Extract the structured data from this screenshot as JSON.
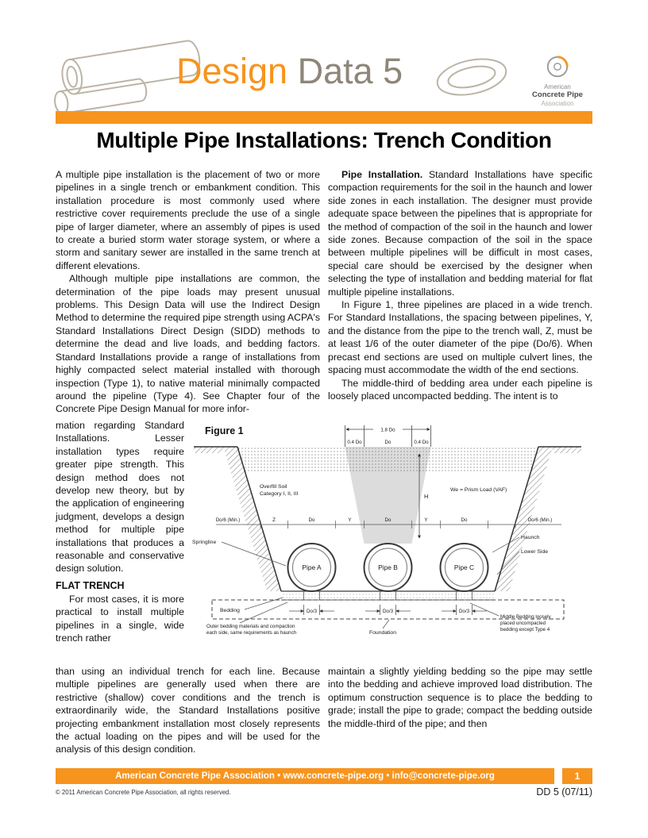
{
  "header": {
    "brand": {
      "word1": "Design",
      "word2": " Data 5"
    },
    "logo": {
      "line1": "American",
      "line2": "Concrete Pipe",
      "line3": "Association"
    }
  },
  "title": "Multiple Pipe Installations: Trench Condition",
  "article": {
    "left": {
      "p1": "A multiple pipe installation is the placement of two or more pipelines in a single trench or embankment condition. This installation procedure is most commonly used where restrictive cover requirements preclude the use of a single pipe of larger diameter, where an assembly of pipes is used to create a buried storm water storage system, or where a storm and sanitary sewer are installed in the same trench at different elevations.",
      "p2a": "Although multiple pipe installations are common, the determination of the pipe loads may present unusual problems. This Design Data will use the Indirect Design Method to determine the required pipe strength using ACPA's Standard Installations Direct Design (SIDD) methods to determine the dead and live loads, and bedding factors. Standard Installations provide a range of installations from highly compacted select material installed with thorough inspection (Type 1), to native material minimally compacted around the pipeline (Type 4).  See Chapter four of the Concrete Pipe Design Manual for more infor-",
      "p2b": "mation regarding Standard Installations. Lesser installation types require greater pipe strength. This design method does not develop new theory, but by the application of engineering judgment, develops a design method for multiple pipe installations that produces a reasonable and conservative design solution.",
      "flat_trench_heading": "FLAT TRENCH",
      "p3a": "For most cases, it is more practical to install multiple pipelines in a single, wide trench rather",
      "p3b": "than using an individual trench for each line. Because multiple pipelines are generally used when there are restrictive (shallow) cover conditions and the trench is extraordinarily wide, the Standard Installations positive projecting embankment installation most closely represents the actual loading on the pipes and will be used for the analysis of this design condition."
    },
    "right": {
      "p1_lead": "Pipe Installation.",
      "p1_rest": " Standard Installations have specific compaction requirements for the soil in the haunch and lower side zones in each installation. The designer must provide adequate space between the pipelines that is appropriate for the method of compaction of the soil in the haunch and lower side zones. Because compaction of the soil in the space between multiple pipelines will be difficult in most cases, special care should be exercised by the designer when selecting the type of installation and bedding material for flat multiple pipeline installations.",
      "p2": "In Figure 1, three pipelines are placed in a wide trench. For Standard Installations, the spacing between pipelines, Y, and the distance from the pipe to the trench wall, Z, must be at least 1/6 of the outer diameter of the pipe (Do/6). When precast end sections are used on multiple culvert lines, the spacing must accommodate the width of the end sections.",
      "p3": "The middle-third of bedding area under each pipeline is loosely placed uncompacted bedding. The intent is to",
      "p4": "maintain a slightly yielding bedding so the pipe may settle into the bedding and achieve improved load distribution. The optimum construction sequence is to place the bedding to grade; install the pipe to grade; compact the bedding outside the middle-third of the pipe; and then"
    }
  },
  "figure": {
    "caption": "Figure 1",
    "labels": {
      "dim_18do": "1.8 Do",
      "dim_04do_l": "0.4 Do",
      "dim_do_c": "Do",
      "dim_04do_r": "0.4 Do",
      "overfill_1": "Overfill Soil",
      "overfill_2": "Category I, II, III",
      "h": "H",
      "prism_load": "We = Prism Load (VAF)",
      "row_do6_l": "Do/6 (Min.)",
      "row_z": "Z",
      "row_do_a": "Do",
      "row_y_ab": "Y",
      "row_do_b": "Do",
      "row_y_bc": "Y",
      "row_do_c": "Do",
      "row_do6_r": "Do/6 (Min.)",
      "springline": "Springline",
      "pipe_a": "Pipe A",
      "pipe_b": "Pipe B",
      "pipe_c": "Pipe C",
      "haunch": "Haunch",
      "lower_side": "Lower Side",
      "bedding": "Bedding",
      "do3": "Do/3",
      "middle_bedding_1": "Middle Bedding loosely",
      "middle_bedding_2": "placed uncompacted",
      "middle_bedding_3": "bedding except Type 4",
      "outer_bedding_1": "Outer bedding materials and compaction",
      "outer_bedding_2": "each side, same requirements as haunch",
      "foundation": "Foundation"
    }
  },
  "footer": {
    "bar_text": "American Concrete Pipe Association • www.concrete-pipe.org • info@concrete-pipe.org",
    "page_number": "1",
    "copyright": "© 2011 American Concrete Pipe Association, all rights reserved.",
    "doc_code": "DD 5 (07/11)"
  }
}
